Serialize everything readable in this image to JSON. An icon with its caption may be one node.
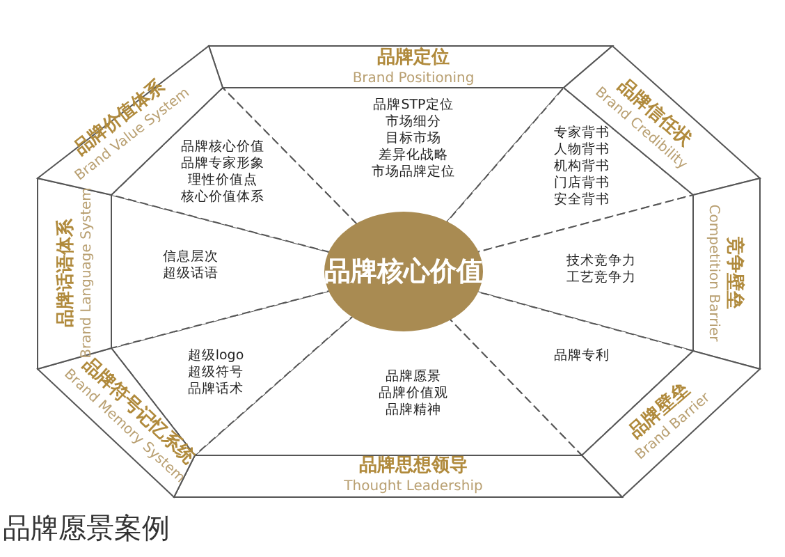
{
  "diagram": {
    "caption": "品牌愿景案例",
    "nodes": [
      {
        "text": [
          "品牌定位",
          "Brand Positioning"
        ]
      },
      {
        "text": [
          "品牌STP定位",
          "市场细分",
          "目标市场",
          "差异化战略",
          "市场品牌定位"
        ]
      },
      {
        "text": [
          "品牌信任状",
          "Brand Credibility"
        ]
      },
      {
        "text": [
          "专家背书",
          "人物背书",
          "机构背书",
          "门店背书",
          "安全背书"
        ]
      },
      {
        "text": [
          "竞争壁垒",
          "Competition Barrier"
        ]
      },
      {
        "text": [
          "技术竞争力",
          "工艺竞争力"
        ]
      },
      {
        "text": [
          "品牌壁垒",
          "Brand Barrier"
        ]
      },
      {
        "text": [
          "品牌专利"
        ]
      },
      {
        "text": [
          "品牌思想领导",
          "Thought Leadership"
        ]
      },
      {
        "text": [
          "品牌愿景",
          "品牌价值观",
          "品牌精神"
        ]
      },
      {
        "text": [
          "品牌符号记忆系统",
          "Brand Memory System"
        ]
      },
      {
        "text": [
          "超级logo",
          "超级符号",
          "品牌话术"
        ]
      },
      {
        "text": [
          "品牌话语体系",
          "Brand Language System"
        ]
      },
      {
        "text": [
          "信息层次",
          "超级话语"
        ]
      },
      {
        "text": [
          "品牌价值体系",
          "Brand Value System"
        ]
      },
      {
        "text": [
          "品牌核心价值",
          "品牌专家形象",
          "理性价值点",
          "核心价值体系"
        ]
      },
      {
        "text": [
          "品牌核心价值"
        ]
      }
    ]
  }
}
